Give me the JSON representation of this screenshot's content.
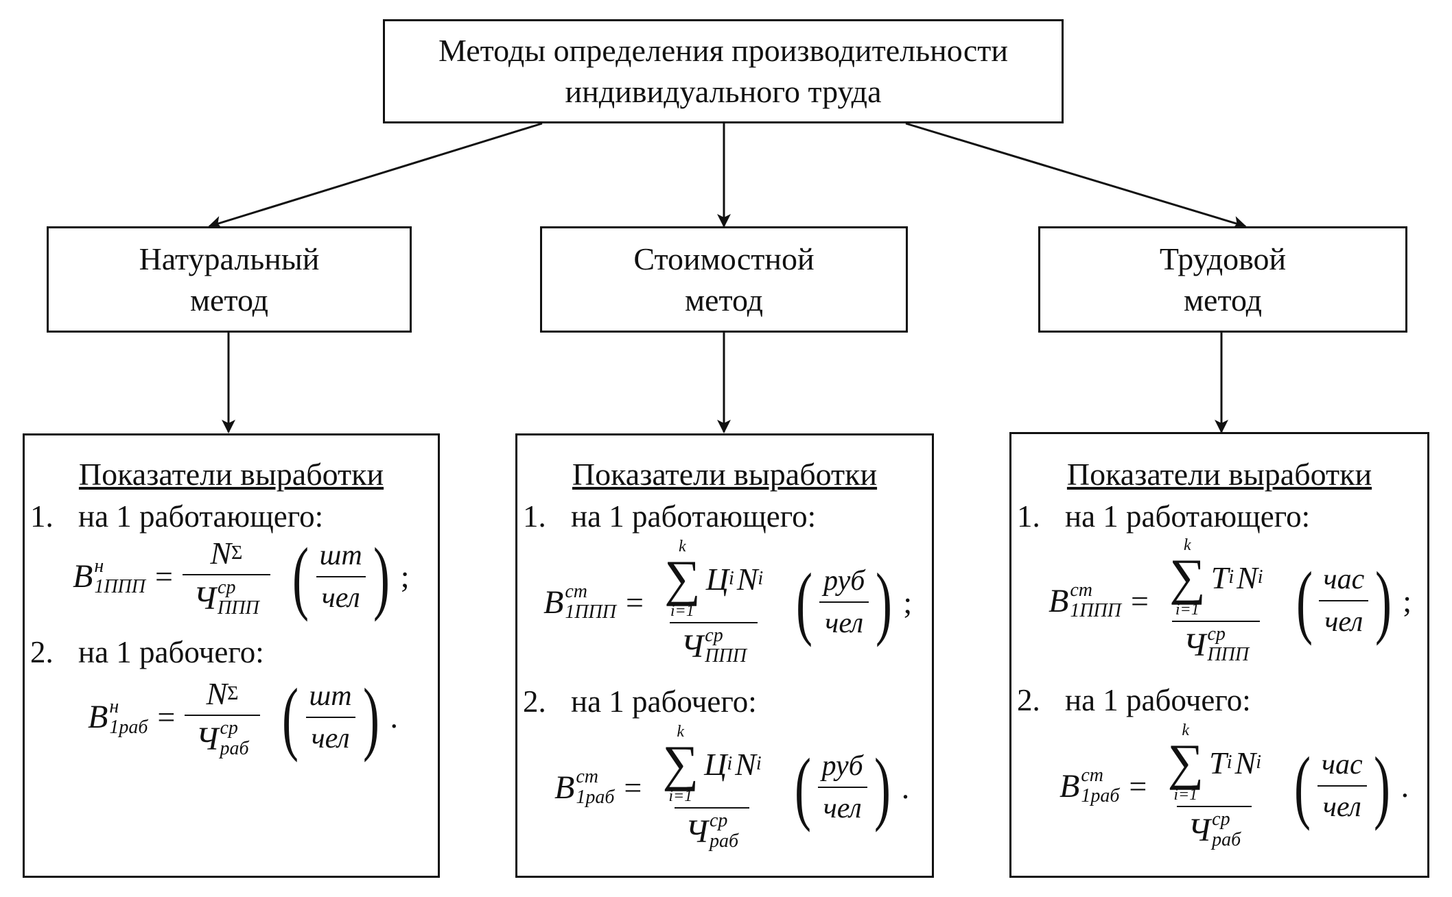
{
  "root": {
    "line1": "Методы определения производительности",
    "line2": "индивидуального труда"
  },
  "methods": [
    {
      "line1": "Натуральный",
      "line2": "метод"
    },
    {
      "line1": "Стоимостной",
      "line2": "метод"
    },
    {
      "line1": "Трудовой",
      "line2": "метод"
    }
  ],
  "cards": [
    {
      "title": "Показатели выработки",
      "item1_num": "1.",
      "item1_text": "на 1 работающего:",
      "item2_num": "2.",
      "item2_text": "на 1 рабочего:",
      "f1": {
        "B": "B",
        "sup": "н",
        "sub": "1ППП",
        "num": "N",
        "num_sub": "Σ",
        "den": "Ч",
        "den_sup": "ср",
        "den_sub": "ППП",
        "unit_num": "шт",
        "unit_den": "чел",
        "punct": ";"
      },
      "f2": {
        "B": "B",
        "sup": "н",
        "sub": "1раб",
        "num": "N",
        "num_sub": "Σ",
        "den": "Ч",
        "den_sup": "ср",
        "den_sub": "раб",
        "unit_num": "шт",
        "unit_den": "чел",
        "punct": "."
      }
    },
    {
      "title": "Показатели выработки",
      "item1_num": "1.",
      "item1_text": "на 1 работающего:",
      "item2_num": "2.",
      "item2_text": "на 1 рабочего:",
      "f1": {
        "B": "B",
        "sup": "ст",
        "sub": "1ППП",
        "sum_top": "k",
        "sum_bot": "i=1",
        "t1": "Ц",
        "t1_sub": "i",
        "t2": "N",
        "t2_sub": "i",
        "den": "Ч",
        "den_sup": "ср",
        "den_sub": "ППП",
        "unit_num": "руб",
        "unit_den": "чел",
        "punct": ";"
      },
      "f2": {
        "B": "B",
        "sup": "ст",
        "sub": "1раб",
        "sum_top": "k",
        "sum_bot": "i=1",
        "t1": "Ц",
        "t1_sub": "i",
        "t2": "N",
        "t2_sub": "i",
        "den": "Ч",
        "den_sup": "ср",
        "den_sub": "раб",
        "unit_num": "руб",
        "unit_den": "чел",
        "punct": "."
      }
    },
    {
      "title": "Показатели выработки",
      "item1_num": "1.",
      "item1_text": "на 1 работающего:",
      "item2_num": "2.",
      "item2_text": "на 1 рабочего:",
      "f1": {
        "B": "B",
        "sup": "ст",
        "sub": "1ППП",
        "sum_top": "k",
        "sum_bot": "i=1",
        "t1": "T",
        "t1_sub": "i",
        "t2": "N",
        "t2_sub": "i",
        "den": "Ч",
        "den_sup": "ср",
        "den_sub": "ППП",
        "unit_num": "час",
        "unit_den": "чел",
        "punct": ";"
      },
      "f2": {
        "B": "B",
        "sup": "ст",
        "sub": "1раб",
        "sum_top": "k",
        "sum_bot": "i=1",
        "t1": "T",
        "t1_sub": "i",
        "t2": "N",
        "t2_sub": "i",
        "den": "Ч",
        "den_sup": "ср",
        "den_sub": "раб",
        "unit_num": "час",
        "unit_den": "чел",
        "punct": "."
      }
    }
  ]
}
